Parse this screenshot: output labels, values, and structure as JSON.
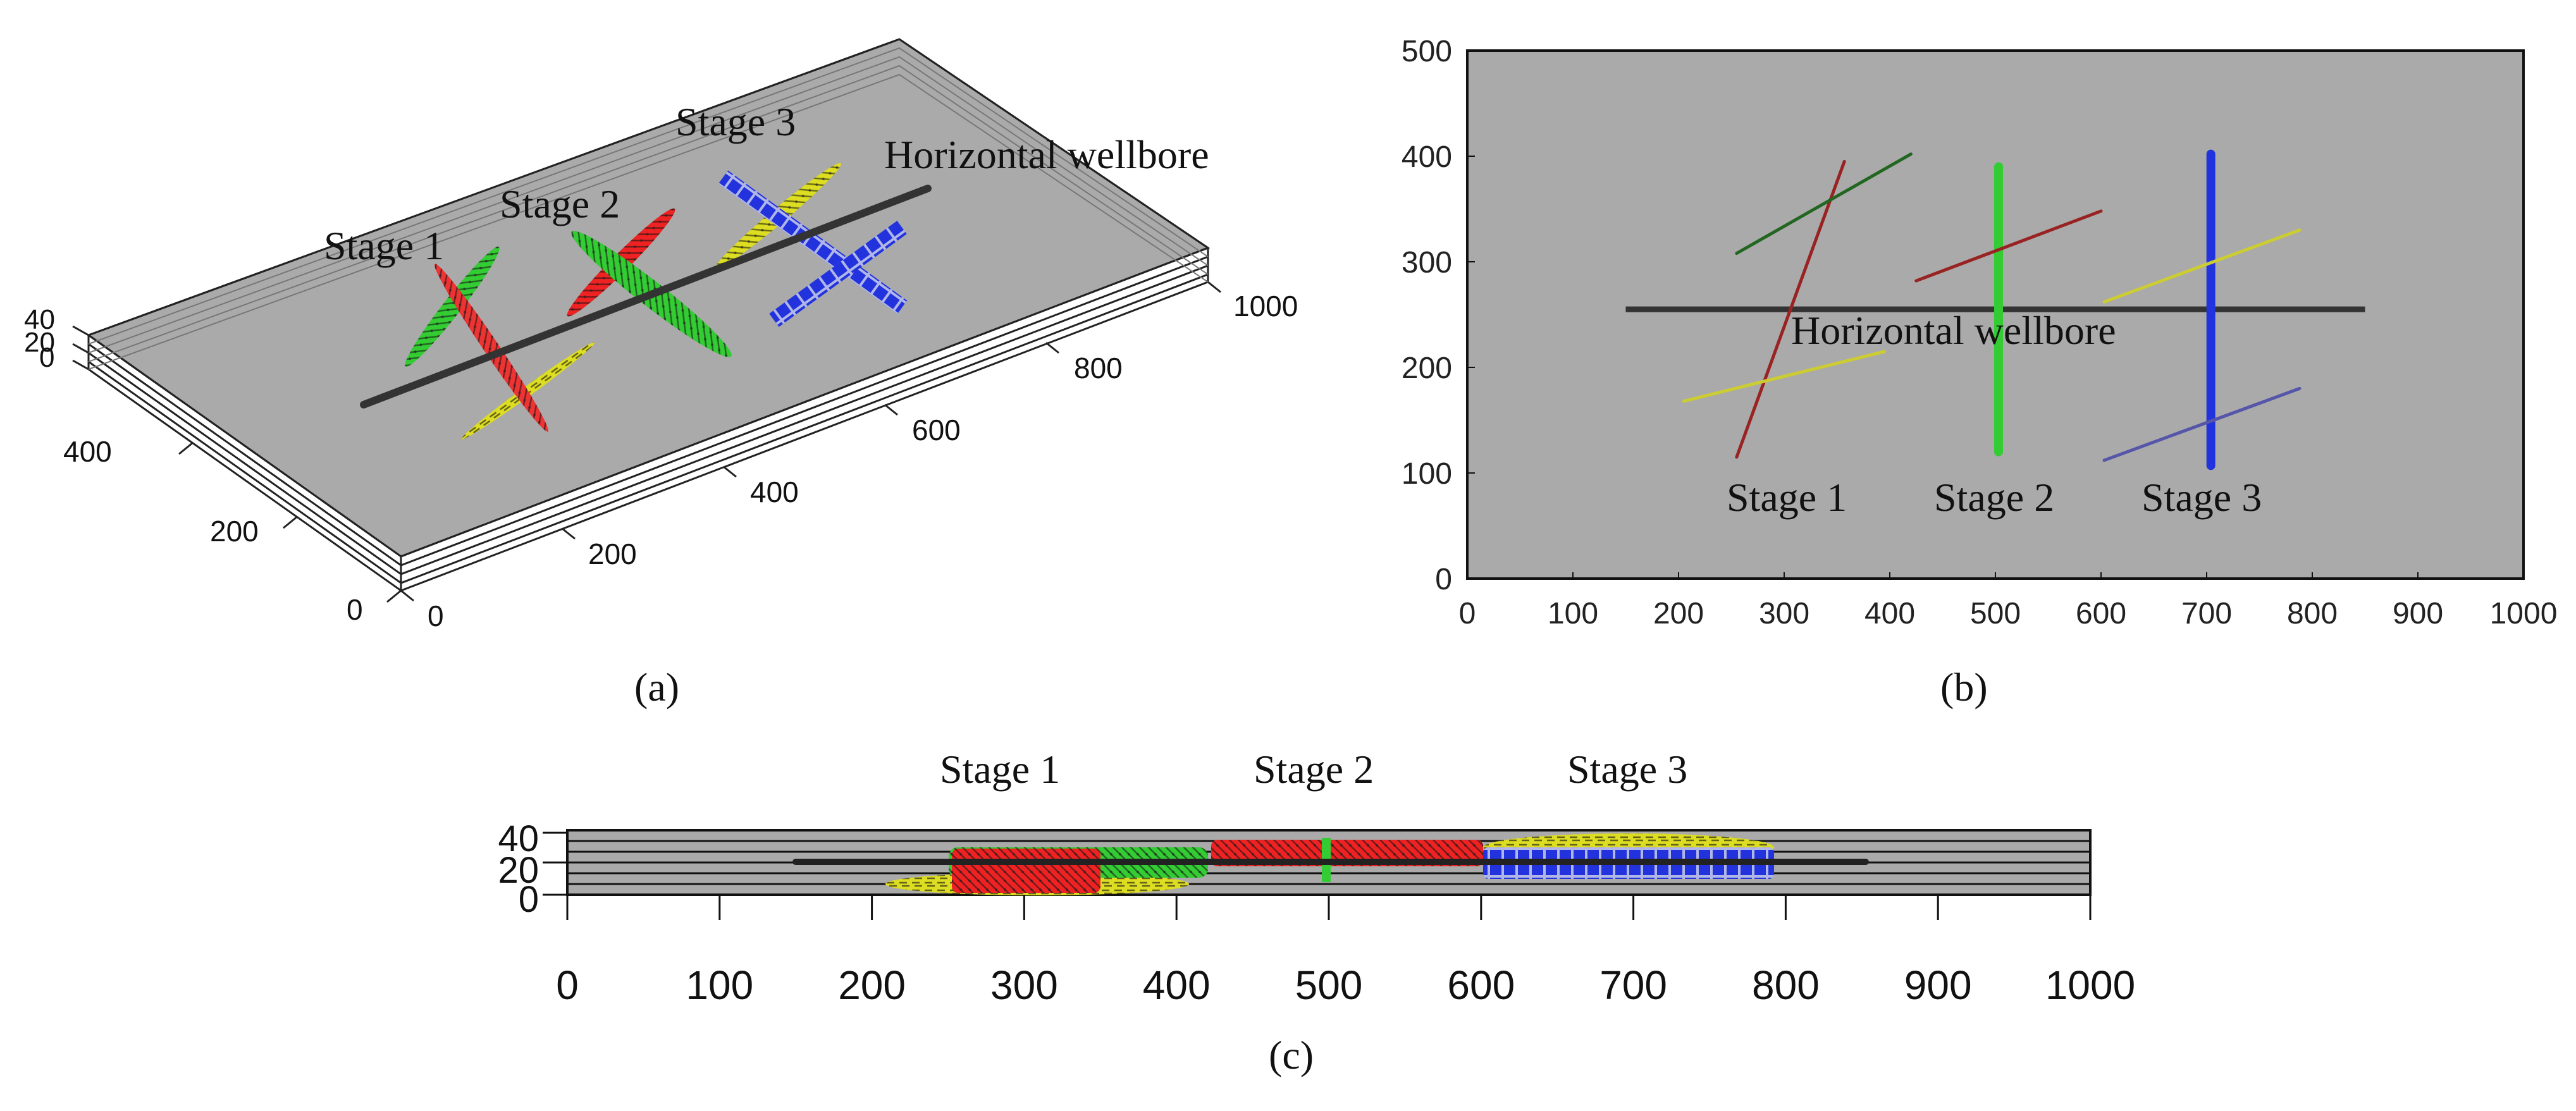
{
  "panel_a": {
    "caption": "(a)",
    "labels": {
      "stage1": "Stage 1",
      "stage2": "Stage 2",
      "stage3": "Stage 3",
      "wellbore": "Horizontal wellbore"
    },
    "x_ticks": [
      "0",
      "200",
      "400",
      "600",
      "800",
      "1000"
    ],
    "y_ticks": [
      "0",
      "200",
      "400"
    ],
    "z_ticks": [
      "0",
      "20",
      "40"
    ]
  },
  "panel_b": {
    "caption": "(b)",
    "labels": {
      "stage1": "Stage 1",
      "stage2": "Stage 2",
      "stage3": "Stage 3",
      "wellbore": "Horizontal wellbore"
    },
    "x_ticks": [
      "0",
      "100",
      "200",
      "300",
      "400",
      "500",
      "600",
      "700",
      "800",
      "900",
      "1000"
    ],
    "y_ticks": [
      "0",
      "100",
      "200",
      "300",
      "400",
      "500"
    ]
  },
  "panel_c": {
    "caption": "(c)",
    "labels": {
      "stage1": "Stage 1",
      "stage2": "Stage 2",
      "stage3": "Stage 3"
    },
    "x_ticks": [
      "0",
      "100",
      "200",
      "300",
      "400",
      "500",
      "600",
      "700",
      "800",
      "900",
      "1000"
    ],
    "z_ticks": [
      "0",
      "20",
      "40"
    ]
  },
  "colors": {
    "background": "#aaaaaa",
    "wellbore": "#333333",
    "red": "#ee2222",
    "green": "#33cc33",
    "yellow": "#dddd22",
    "blue": "#2233dd",
    "dark_green": "#226622",
    "dark_red": "#992222",
    "olive": "#cccc33",
    "slate_blue": "#5555aa"
  },
  "fractures_b": [
    {
      "stage": "Stage 1",
      "color": "dark_red",
      "x1": 255,
      "y1": 115,
      "x2": 357,
      "y2": 395
    },
    {
      "stage": "Stage 1",
      "color": "dark_green",
      "x1": 255,
      "y1": 308,
      "x2": 420,
      "y2": 402
    },
    {
      "stage": "Stage 1",
      "color": "olive",
      "x1": 205,
      "y1": 168,
      "x2": 395,
      "y2": 215
    },
    {
      "stage": "Stage 2",
      "color": "green",
      "x1": 503,
      "y1": 120,
      "x2": 503,
      "y2": 390
    },
    {
      "stage": "Stage 2",
      "color": "dark_red",
      "x1": 425,
      "y1": 282,
      "x2": 600,
      "y2": 348
    },
    {
      "stage": "Stage 3",
      "color": "blue",
      "x1": 704,
      "y1": 107,
      "x2": 704,
      "y2": 402
    },
    {
      "stage": "Stage 3",
      "color": "olive",
      "x1": 603,
      "y1": 262,
      "x2": 788,
      "y2": 330
    },
    {
      "stage": "Stage 3",
      "color": "slate_blue",
      "x1": 603,
      "y1": 112,
      "x2": 788,
      "y2": 180
    }
  ],
  "wellbore_b": {
    "x1": 150,
    "x2": 850,
    "y": 255
  }
}
